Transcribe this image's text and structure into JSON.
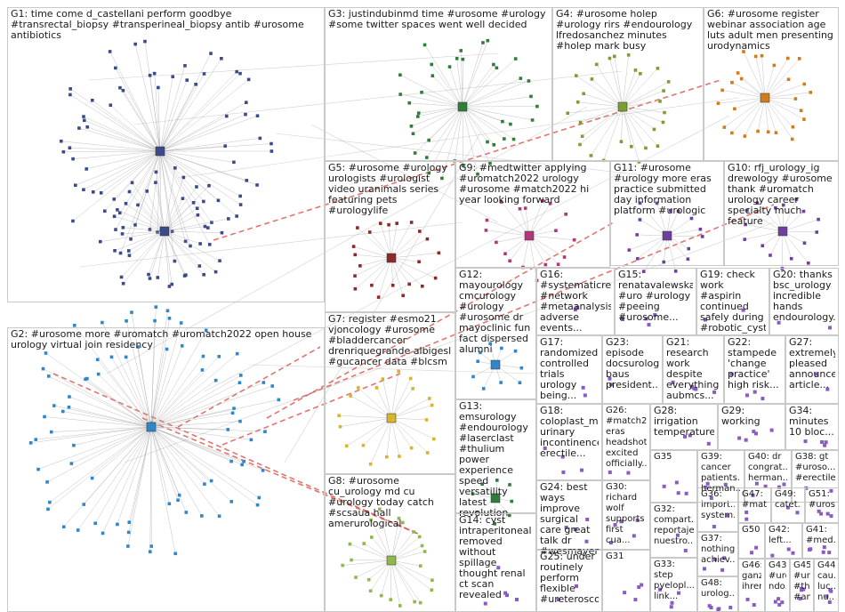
{
  "graph": {
    "groups": [
      {
        "id": "G1",
        "label": "G1: time come d_castellani perform goodbye #transrectal_biopsy #transperineal_biopsy antib #urosome antibiotics"
      },
      {
        "id": "G2",
        "label": "G2: #urosome more #uromatch #uromatch2022 open house urology virtual join residency"
      },
      {
        "id": "G3",
        "label": "G3: justindubinmd time #urosome #urology #some twitter spaces went well decided"
      },
      {
        "id": "G4",
        "label": "G4: #urosome holep #urology rirs #endourology lfredosanchez minutes #holep mark busy"
      },
      {
        "id": "G5",
        "label": "G5: #urosome #urology urologists #urologist video uranimals series featuring pets #urologylife"
      },
      {
        "id": "G6",
        "label": "G6: #urosome register webinar association age luts adult men presenting urodynamics"
      },
      {
        "id": "G7",
        "label": "G7: register #esmo21 vjoncology #urosome #bladdercancer drenriquegrande albigesl #gucancer data #blcsm"
      },
      {
        "id": "G8",
        "label": "G8: #urosome cu_urology md cu #urology today catch #scsaua hall amerurological"
      },
      {
        "id": "G9",
        "label": "G9: #medtwitter applying #uromatch2022 urology #urosome #match2022 hi year looking forward"
      },
      {
        "id": "G10",
        "label": "G10: rfj_urology_ig drewology #urosome thank #uromatch urology career specialty much feature"
      },
      {
        "id": "G11",
        "label": "G11: #urosome #urology more eras practice submitted day information platform #urologic"
      },
      {
        "id": "G12",
        "label": "G12: mayourology cmcurology #urology #urosome dr mayoclinic fun fact dispersed alumni"
      },
      {
        "id": "G13",
        "label": "G13: emsurology #endourology #laserclast #thulium power experience speed versatility latest revolution"
      },
      {
        "id": "G14",
        "label": "G14: cyst intraperitoneal removed without spillage thought renal ct scan revealed"
      },
      {
        "id": "G15",
        "label": "G15: renatavalewska #uro #urology #peeing #urosome..."
      },
      {
        "id": "G16",
        "label": "G16: #systematicrev... #network #metaanalysis adverse events..."
      },
      {
        "id": "G17",
        "label": "G17: randomized controlled trials urology being..."
      },
      {
        "id": "G18",
        "label": "G18: coloplast_md urinary incontinence erectile..."
      },
      {
        "id": "G19",
        "label": "G19: check work #aspirin continued safely during #robotic_cyst..."
      },
      {
        "id": "G20",
        "label": "G20: thanks bsc_urology incredible hands endourology..."
      },
      {
        "id": "G21",
        "label": "G21: research work despite everything aubmcs..."
      },
      {
        "id": "G22",
        "label": "G22: stampede 'change practice' high risk..."
      },
      {
        "id": "G23",
        "label": "G23: episode docsurology baus president..."
      },
      {
        "id": "G24",
        "label": "G24: best ways improve surgical care great talk dr #wesmayer..."
      },
      {
        "id": "G25",
        "label": "G25: under routinely perform flexible #ureterosco..."
      },
      {
        "id": "G26",
        "label": "G26: #match2... eras headshot excited officially..."
      },
      {
        "id": "G27",
        "label": "G27: extremely pleased announce article..."
      },
      {
        "id": "G28",
        "label": "G28: irrigation temperature..."
      },
      {
        "id": "G29",
        "label": "G29: working"
      },
      {
        "id": "G30",
        "label": "G30: richard wolf supports first cua..."
      },
      {
        "id": "G31",
        "label": "G31"
      },
      {
        "id": "G32",
        "label": "G32: compart... reportaje nuestro..."
      },
      {
        "id": "G33",
        "label": "G33: step pyelopl... link..."
      },
      {
        "id": "G34",
        "label": "G34: minutes 10 bloc..."
      },
      {
        "id": "G35",
        "label": "G35"
      },
      {
        "id": "G36",
        "label": "G36: import... system..."
      },
      {
        "id": "G37",
        "label": "G37: nothing achiev..."
      },
      {
        "id": "G38",
        "label": "G38: gt #uroso... #erectile..."
      },
      {
        "id": "G39",
        "label": "G39: cancer patients... herman..."
      },
      {
        "id": "G40",
        "label": "G40: dr congrat... herman..."
      },
      {
        "id": "G41",
        "label": "G41: #med..."
      },
      {
        "id": "G42",
        "label": "G42: left..."
      },
      {
        "id": "G43",
        "label": "G43: #uro... ndo..."
      },
      {
        "id": "G44",
        "label": "G44: cau... luc... nu..."
      },
      {
        "id": "G45",
        "label": "G45: #ur... #th #an..."
      },
      {
        "id": "G46",
        "label": "G46: ganz ihrer..."
      },
      {
        "id": "G47",
        "label": "G47: #mat..."
      },
      {
        "id": "G48",
        "label": "G48: urolog..."
      },
      {
        "id": "G49",
        "label": "G49: catet..."
      },
      {
        "id": "G50",
        "label": "G50"
      },
      {
        "id": "G51",
        "label": "G51: #uros..."
      }
    ],
    "colors": {
      "G1": "#3b4a8a",
      "G2": "#2f86c8",
      "G3": "#2f7d3a",
      "G4": "#7a9f2e",
      "G5": "#8c2a2a",
      "G6": "#d07b1c",
      "G7": "#d6b52a",
      "G8": "#8fb84a",
      "G9": "#b2367a",
      "G10": "#6f3fa0",
      "G11": "#6f3fa0",
      "G12": "#2f86c8",
      "G13": "#2f7d3a",
      "G14": "#888888",
      "edge": "#9a9a9a",
      "strong_edge": "#d9453d",
      "border": "#c9c9c9"
    }
  }
}
